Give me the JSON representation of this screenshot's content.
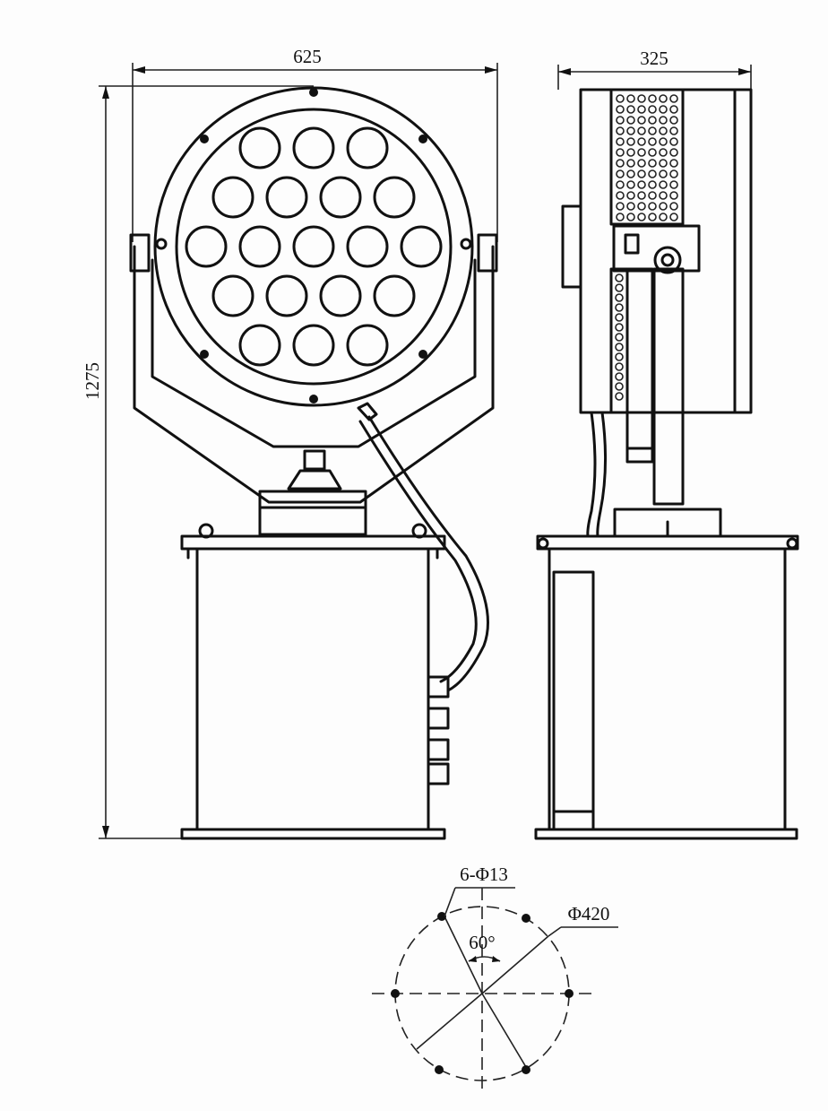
{
  "dimensions": {
    "front_width": "625",
    "side_width": "325",
    "height": "1275"
  },
  "bolt_pattern": {
    "holes": "6-Φ13",
    "pcd": "Φ420",
    "angle": "60°"
  },
  "colors": {
    "ink": "#111111",
    "paper": "#fdfdfd"
  }
}
